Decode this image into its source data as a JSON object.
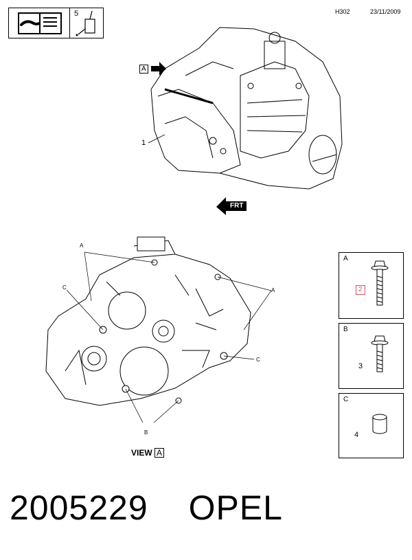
{
  "header": {
    "page_code": "H302",
    "date": "23/11/2009",
    "manual_page": "5"
  },
  "top_view": {
    "view_marker": "A",
    "front_label": "FRT",
    "callout_1": "1"
  },
  "bottom_view": {
    "caption_prefix": "VIEW",
    "caption_letter": "A",
    "labels": {
      "a1": "A",
      "a2": "A",
      "c1": "C",
      "c2": "C",
      "b": "B"
    }
  },
  "detail_boxes": [
    {
      "letter": "A",
      "part_number": "2"
    },
    {
      "letter": "B",
      "part_number": "3"
    },
    {
      "letter": "C",
      "part_number": "4"
    }
  ],
  "footer": {
    "part_code": "2005229",
    "brand": "OPEL"
  },
  "colors": {
    "highlight": "#e0505a"
  }
}
